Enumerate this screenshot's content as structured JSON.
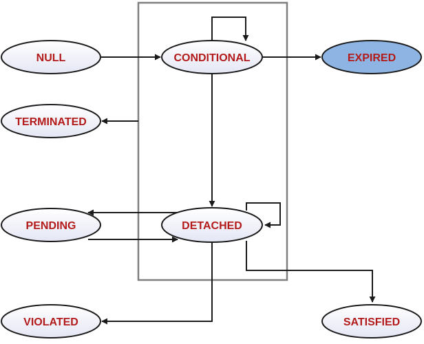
{
  "colors": {
    "label": "#b31b1b",
    "node_fill": "#ecedf7",
    "highlight_fill": "#8db4e2",
    "stroke": "#1a1a1a",
    "box_stroke": "#7f7f7f"
  },
  "states": {
    "null": {
      "label": "NULL"
    },
    "conditional": {
      "label": "CONDITIONAL"
    },
    "expired": {
      "label": "EXPIRED"
    },
    "terminated": {
      "label": "TERMINATED"
    },
    "pending": {
      "label": "PENDING"
    },
    "detached": {
      "label": "DETACHED"
    },
    "violated": {
      "label": "VIOLATED"
    },
    "satisfied": {
      "label": "SATISFIED"
    }
  }
}
